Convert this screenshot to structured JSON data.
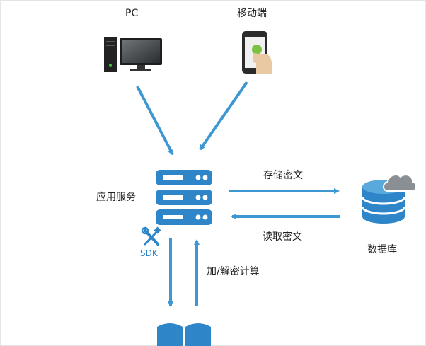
{
  "nodes": {
    "pc": {
      "label": "PC"
    },
    "mobile": {
      "label": "移动端"
    },
    "app_service": {
      "label": "应用服务"
    },
    "database": {
      "label": "数据库"
    },
    "sdk": {
      "label": "SDK"
    }
  },
  "edges": {
    "store": {
      "label": "存储密文"
    },
    "read": {
      "label": "读取密文"
    },
    "crypto": {
      "label": "加/解密计算"
    }
  },
  "colors": {
    "accent": "#2e86c8",
    "arrow": "#3d97d3",
    "server": "#2e86c8",
    "cloud": "#8a8f94",
    "monitor": "#2b2b2b"
  },
  "icons": {
    "pc": "desktop-computer-icon",
    "mobile": "smartphone-touch-icon",
    "server": "server-rack-icon",
    "database": "database-cloud-icon",
    "sdk": "wrench-screwdriver-icon",
    "book": "open-book-icon"
  }
}
